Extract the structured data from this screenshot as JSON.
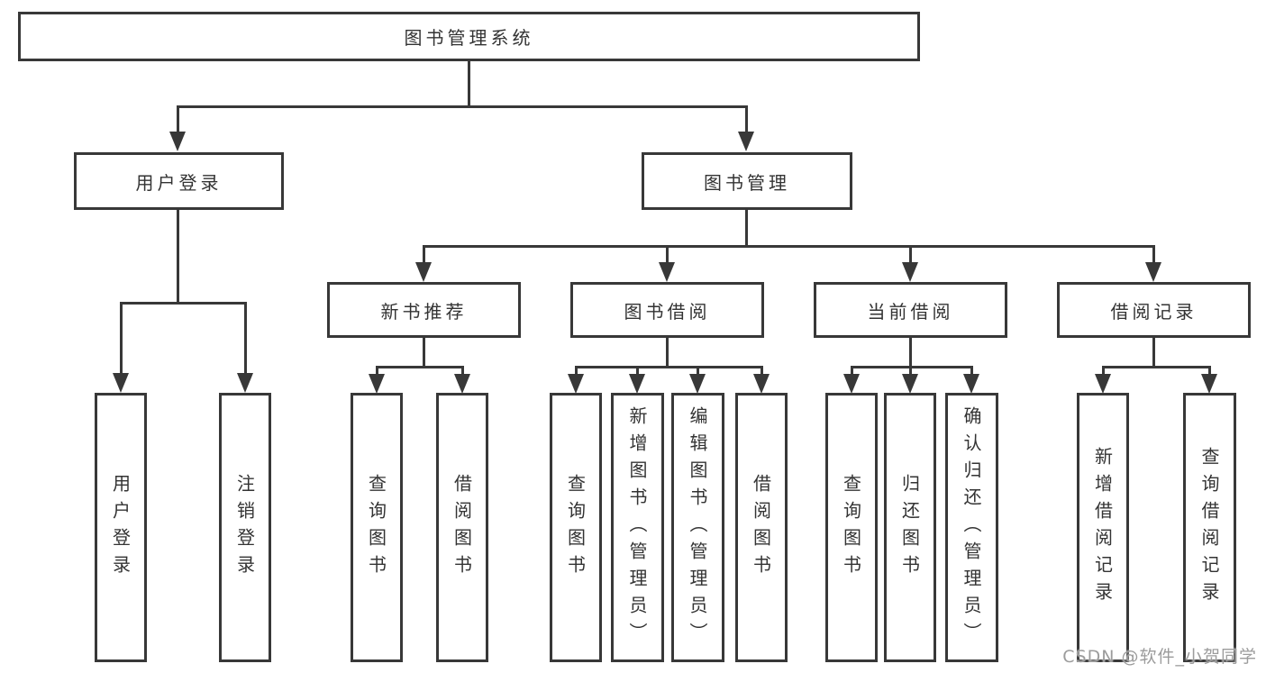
{
  "diagram_title": "图书管理系统",
  "tree": {
    "root": {
      "label": "图书管理系统"
    },
    "branches": [
      {
        "label": "用户登录",
        "children": [
          {
            "label": "用户登录"
          },
          {
            "label": "注销登录"
          }
        ]
      },
      {
        "label": "图书管理",
        "groups": [
          {
            "label": "新书推荐",
            "children": [
              {
                "label": "查询图书"
              },
              {
                "label": "借阅图书"
              }
            ]
          },
          {
            "label": "图书借阅",
            "children": [
              {
                "label": "查询图书"
              },
              {
                "label": "新增图书（管理员）"
              },
              {
                "label": "编辑图书（管理员）"
              },
              {
                "label": "借阅图书"
              }
            ]
          },
          {
            "label": "当前借阅",
            "children": [
              {
                "label": "查询图书"
              },
              {
                "label": "归还图书"
              },
              {
                "label": "确认归还（管理员）"
              }
            ]
          },
          {
            "label": "借阅记录",
            "children": [
              {
                "label": "新增借阅记录"
              },
              {
                "label": "查询借阅记录"
              }
            ]
          }
        ]
      }
    ]
  },
  "watermark": "CSDN @软件_小贺同学",
  "colors": {
    "line": "#383838",
    "box_border": "#383838",
    "box_fill": "#ffffff",
    "text": "#333333",
    "watermark": "#9c9c9c",
    "background": "#ffffff"
  }
}
